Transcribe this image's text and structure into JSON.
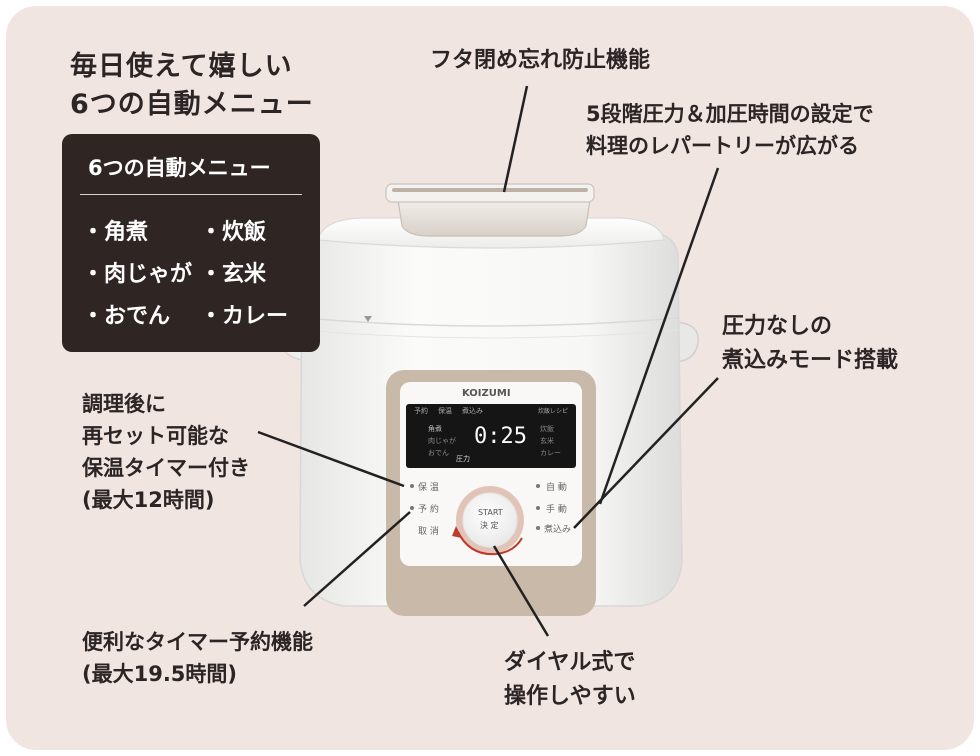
{
  "headline": {
    "line1": "毎日使えて嬉しい",
    "line2": "6つの自動メニュー"
  },
  "menu_box": {
    "title": "6つの自動メニュー",
    "items": [
      "・角煮",
      "・炊飯",
      "・肉じゃが",
      "・玄米",
      "・おでん",
      "・カレー"
    ]
  },
  "callouts": {
    "lid_lock": "フタ閉め忘れ防止機能",
    "pressure": {
      "line1": "5段階圧力＆加圧時間の設定で",
      "line2": "料理のレパートリーが広がる"
    },
    "no_pressure": {
      "line1": "圧力なしの",
      "line2": "煮込みモード搭載"
    },
    "keep_warm": {
      "line1": "調理後に",
      "line2": "再セット可能な",
      "line3": "保温タイマー付き",
      "line4": "(最大12時間)"
    },
    "reserve": {
      "line1": "便利なタイマー予約機能",
      "line2": "(最大19.5時間)"
    },
    "dial": {
      "line1": "ダイヤル式で",
      "line2": "操作しやすい"
    }
  },
  "device": {
    "brand": "KOIZUMI",
    "display_time": "0:25",
    "display_tabs": [
      "予約",
      "保温",
      "煮込み"
    ],
    "display_left_menu": [
      "角煮",
      "肉じゃが",
      "おでん"
    ],
    "display_pressure_label": "圧力",
    "display_right_header": "炊飯レシピ",
    "display_right_menu": [
      "炊飯",
      "玄米",
      "カレー"
    ],
    "button_keep_warm": "保 温",
    "button_reserve": "予 約",
    "button_cancel": "取 消",
    "button_auto": "自 動",
    "button_manual": "手 動",
    "button_simmer": "煮込み",
    "dial_label_1": "START",
    "dial_label_2": "決 定"
  },
  "colors": {
    "background": "#f1e5e1",
    "text": "#2b2525",
    "menu_box": "#2f2624",
    "body_white": "#f7f7f5",
    "panel_trim": "#c9b9a8",
    "dial_ring": "#d9a9a0",
    "accent_red": "#c0392b"
  }
}
